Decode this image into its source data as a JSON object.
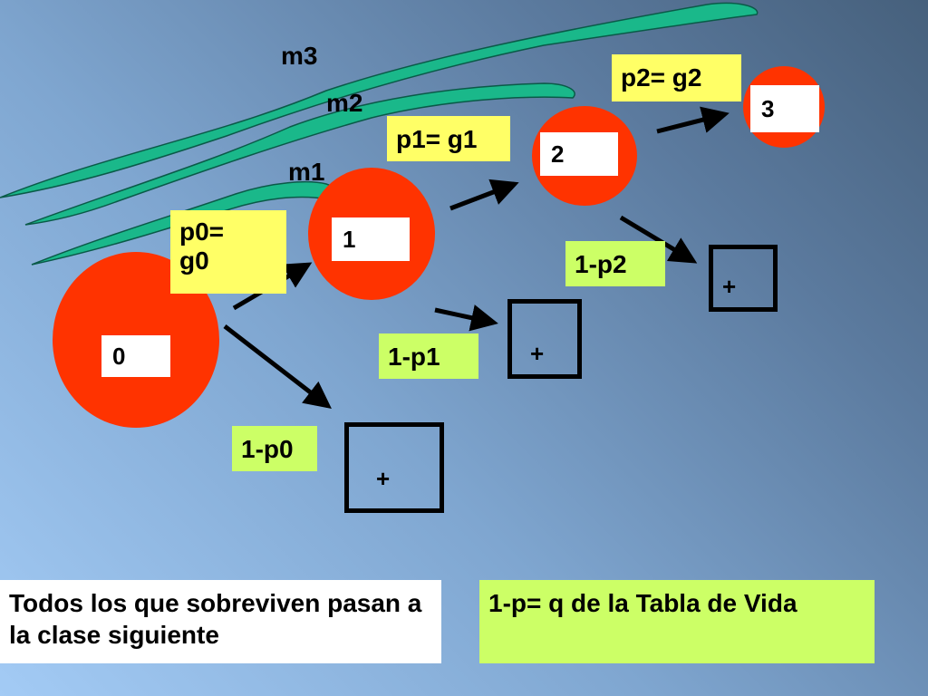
{
  "labels": {
    "m3": "m3",
    "m2": "m2",
    "m1": "m1",
    "p0": "p0=\ng0",
    "p1": "p1= g1",
    "p2": "p2= g2",
    "q0": "1-p0",
    "q1": "1-p1",
    "q2": "1-p2"
  },
  "classes": [
    "0",
    "1",
    "2",
    "3"
  ],
  "plus_symbol": "+",
  "notes": {
    "survivors": "Todos los que sobreviven pasan a la clase siguiente",
    "equation": "1-p= q de la Tabla de Vida"
  },
  "colors": {
    "circle": "#ff3300",
    "ribbon": "#1ab88a",
    "green_label": "#ccff66",
    "yellow_label": "#ffff66"
  }
}
